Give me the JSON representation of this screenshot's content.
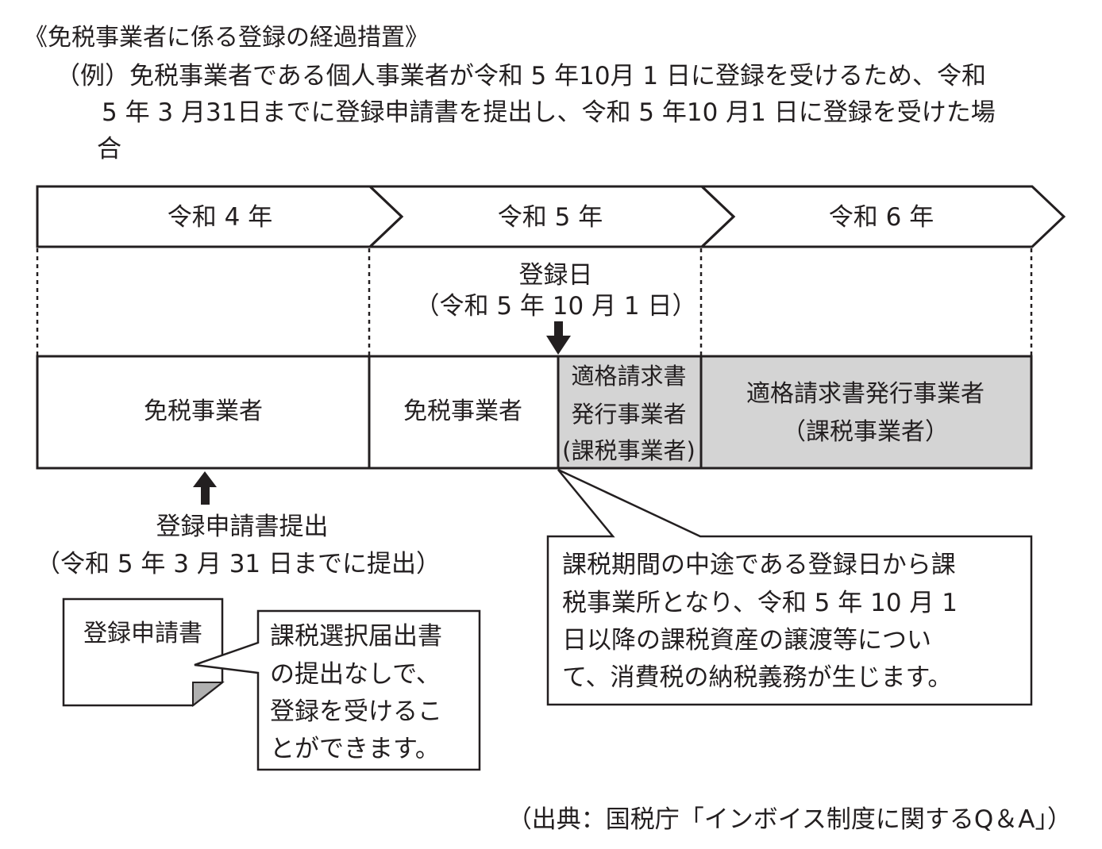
{
  "heading": "《免税事業者に係る登録の経過措置》",
  "example": {
    "line1": "（例）免税事業者である個人事業者が令和 5 年10月 1 日に登録を受けるため、令和",
    "line2": "5 年 3 月31日までに登録申請書を提出し、令和 5 年10 月1 日に登録を受けた場",
    "line3": "合"
  },
  "timeline": {
    "years": [
      "令和 4 年",
      "令和 5 年",
      "令和 6 年"
    ]
  },
  "registration_date": {
    "label": "登録日",
    "date": "（令和 5 年 10 月 1 日）"
  },
  "status_row": {
    "cell1": "免税事業者",
    "cell2": "免税事業者",
    "cell3": [
      "適格請求書",
      "発行事業者",
      "(課税事業者)"
    ],
    "cell4": [
      "適格請求書発行事業者",
      "（課税事業者）"
    ]
  },
  "application": {
    "label": "登録申請書提出",
    "note": "（令和 5 年 3 月 31 日までに提出）"
  },
  "document": {
    "label": "登録申請書"
  },
  "speech_bubble": {
    "lines": [
      "課税選択届出書",
      "の提出なしで、",
      "登録を受けるこ",
      "とができます。"
    ]
  },
  "callout": {
    "lines": [
      "課税期間の中途である登録日から課",
      "税事業所となり、令和 5 年 10 月 1",
      "日以降の課税資産の譲渡等につい",
      "て、消費税の納税義務が生じます。"
    ]
  },
  "source": "（出典：国税庁「インボイス制度に関するQ＆A」）",
  "colors": {
    "ink": "#231f20",
    "shaded": "#d4d4d4",
    "fold": "#b0b0b0"
  }
}
